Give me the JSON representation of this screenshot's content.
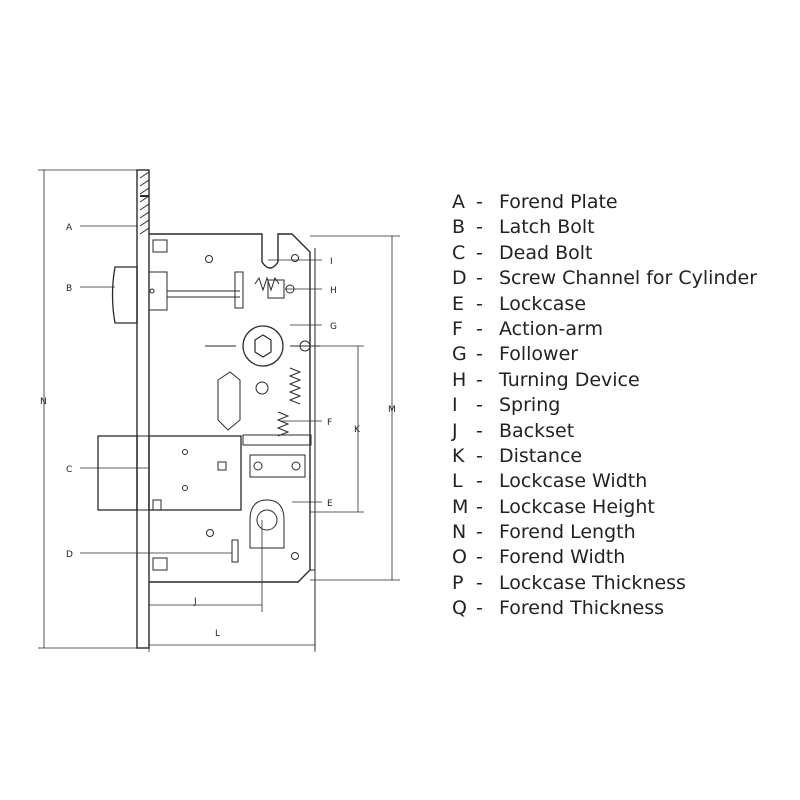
{
  "labels": {
    "A": "A",
    "B": "B",
    "C": "C",
    "D": "D",
    "E": "E",
    "F": "F",
    "G": "G",
    "H": "H",
    "I": "I",
    "J": "J",
    "K": "K",
    "L": "L",
    "M": "M",
    "N": "N"
  },
  "legend": {
    "separator": "-",
    "items": [
      {
        "key": "A",
        "text": "Forend Plate"
      },
      {
        "key": "B",
        "text": "Latch Bolt"
      },
      {
        "key": "C",
        "text": "Dead Bolt"
      },
      {
        "key": "D",
        "text": "Screw Channel for Cylinder"
      },
      {
        "key": "E",
        "text": "Lockcase"
      },
      {
        "key": "F",
        "text": "Action-arm"
      },
      {
        "key": "G",
        "text": "Follower"
      },
      {
        "key": "H",
        "text": "Turning Device"
      },
      {
        "key": "I",
        "text": "Spring"
      },
      {
        "key": "J",
        "text": "Backset"
      },
      {
        "key": "K",
        "text": "Distance"
      },
      {
        "key": "L",
        "text": "Lockcase Width"
      },
      {
        "key": "M",
        "text": "Lockcase Height"
      },
      {
        "key": "N",
        "text": "Forend Length"
      },
      {
        "key": "O",
        "text": "Forend Width"
      },
      {
        "key": "P",
        "text": "Lockcase Thickness"
      },
      {
        "key": "Q",
        "text": "Forend Thickness"
      }
    ]
  }
}
